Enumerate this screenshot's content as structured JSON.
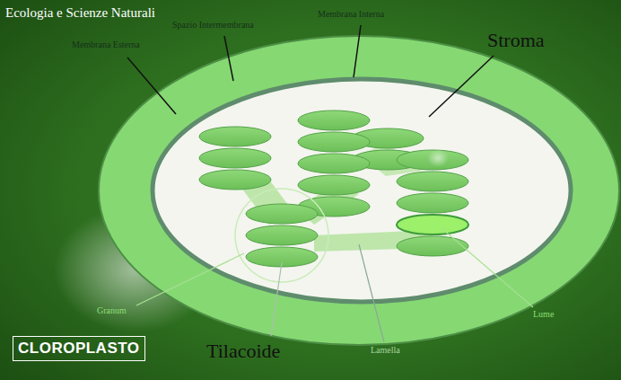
{
  "diagram": {
    "title": "CLOROPLASTO",
    "labels": [
      "Ecologia e Scienze Naturali",
      "Membrana Esterna",
      "Spazio Intermembrana",
      "Membrana Interna",
      "Stroma",
      "Granum",
      "Tilacoide",
      "Lamella",
      "Lume"
    ]
  }
}
